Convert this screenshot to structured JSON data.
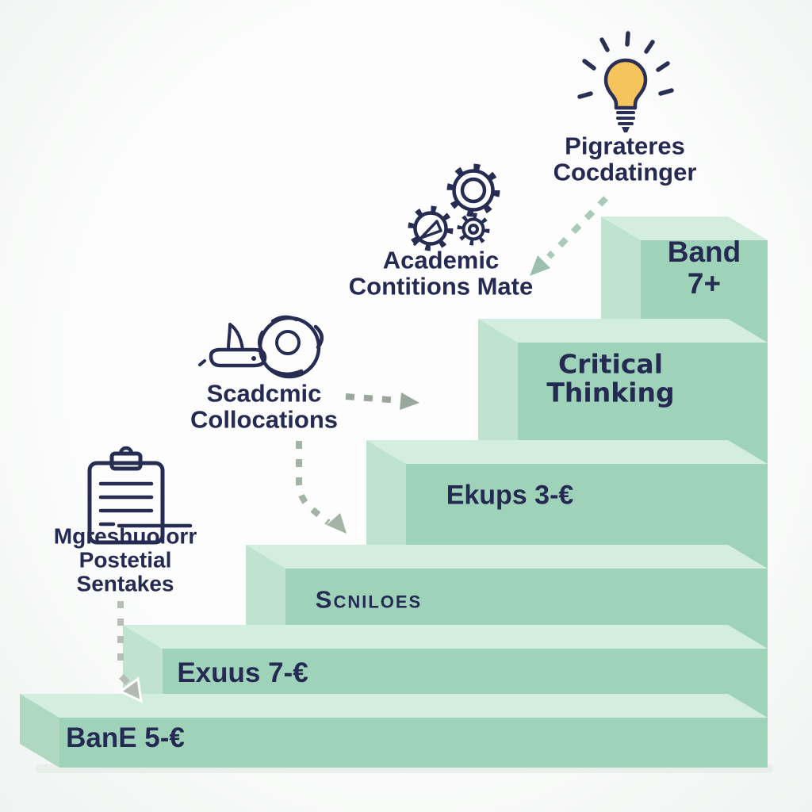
{
  "figure": "staircase-infographic",
  "colors": {
    "step_front": "#9ed3b9",
    "step_top": "#d3edde",
    "step_side": "#bfe3cf",
    "text_navy": "#242a52",
    "bulb_yellow": "#f5c45c",
    "arrow_sage": "#a9c9b9",
    "arrow_gray": "#b7bdb7",
    "background": "#f8faf9"
  },
  "steps": [
    {
      "label": "BanE 5-€"
    },
    {
      "label": "Exuus 7-€"
    },
    {
      "label": "Scniloes"
    },
    {
      "label": "Ekups 3-€"
    },
    {
      "label": "Critical\nThinking"
    },
    {
      "label": "Band 7+"
    }
  ],
  "callouts": [
    {
      "icon": "clipboard-icon",
      "label": "Mgreshuoiorr\nPostetial\nSentakes"
    },
    {
      "icon": "globe-icon",
      "label": "Scadcmic\nCollocations"
    },
    {
      "icon": "gears-icon",
      "label": "Academic\nContitions Mate"
    },
    {
      "icon": "lightbulb-icon",
      "label": "Pigrateres\nCocdatinger"
    }
  ]
}
